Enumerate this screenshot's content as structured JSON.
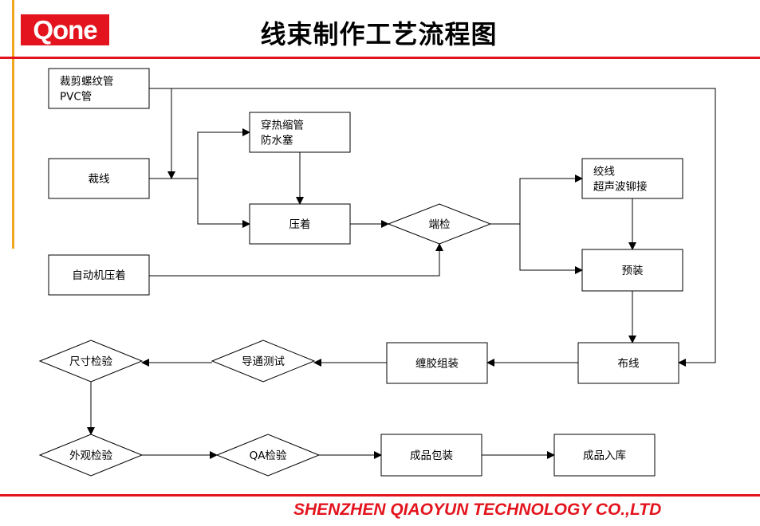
{
  "header": {
    "logo_text": "Qone",
    "title": "线束制作工艺流程图"
  },
  "footer": {
    "company": "SHENZHEN QIAOYUN TECHNOLOGY CO.,LTD"
  },
  "colors": {
    "brand_red": "#e3141d",
    "accent_orange": "#f2a51f"
  },
  "flow": {
    "nodes": [
      {
        "id": "cut_pipe",
        "shape": "rect",
        "lines": [
          "裁剪螺纹管",
          "PVC管"
        ]
      },
      {
        "id": "cut_wire",
        "shape": "rect",
        "lines": [
          "裁线"
        ]
      },
      {
        "id": "heat_shrink",
        "shape": "rect",
        "lines": [
          "穿热缩管",
          "防水塞"
        ]
      },
      {
        "id": "crimp",
        "shape": "rect",
        "lines": [
          "压着"
        ]
      },
      {
        "id": "auto_crimp",
        "shape": "rect",
        "lines": [
          "自动机压着"
        ]
      },
      {
        "id": "terminal_check",
        "shape": "diamond",
        "lines": [
          "端检"
        ]
      },
      {
        "id": "twist_weld",
        "shape": "rect",
        "lines": [
          "绞线",
          "超声波铆接"
        ]
      },
      {
        "id": "pre_assembly",
        "shape": "rect",
        "lines": [
          "预装"
        ]
      },
      {
        "id": "wiring",
        "shape": "rect",
        "lines": [
          "布线"
        ]
      },
      {
        "id": "tape_assembly",
        "shape": "rect",
        "lines": [
          "缠胶组装"
        ]
      },
      {
        "id": "continuity_test",
        "shape": "diamond",
        "lines": [
          "导通测试"
        ]
      },
      {
        "id": "dimension_check",
        "shape": "diamond",
        "lines": [
          "尺寸检验"
        ]
      },
      {
        "id": "appearance_check",
        "shape": "diamond",
        "lines": [
          "外观检验"
        ]
      },
      {
        "id": "qa_check",
        "shape": "diamond",
        "lines": [
          "QA检验"
        ]
      },
      {
        "id": "packing",
        "shape": "rect",
        "lines": [
          "成品包装"
        ]
      },
      {
        "id": "warehousing",
        "shape": "rect",
        "lines": [
          "成品入库"
        ]
      }
    ],
    "edges": [
      {
        "from": "cut_pipe",
        "to": "wiring"
      },
      {
        "from": "cut_wire",
        "to": "heat_shrink"
      },
      {
        "from": "cut_wire",
        "to": "crimp"
      },
      {
        "from": "heat_shrink",
        "to": "crimp"
      },
      {
        "from": "crimp",
        "to": "terminal_check"
      },
      {
        "from": "auto_crimp",
        "to": "terminal_check"
      },
      {
        "from": "terminal_check",
        "to": "twist_weld"
      },
      {
        "from": "terminal_check",
        "to": "pre_assembly"
      },
      {
        "from": "twist_weld",
        "to": "pre_assembly"
      },
      {
        "from": "pre_assembly",
        "to": "wiring"
      },
      {
        "from": "wiring",
        "to": "tape_assembly"
      },
      {
        "from": "tape_assembly",
        "to": "continuity_test"
      },
      {
        "from": "continuity_test",
        "to": "dimension_check"
      },
      {
        "from": "dimension_check",
        "to": "appearance_check"
      },
      {
        "from": "appearance_check",
        "to": "qa_check"
      },
      {
        "from": "qa_check",
        "to": "packing"
      },
      {
        "from": "packing",
        "to": "warehousing"
      }
    ]
  }
}
